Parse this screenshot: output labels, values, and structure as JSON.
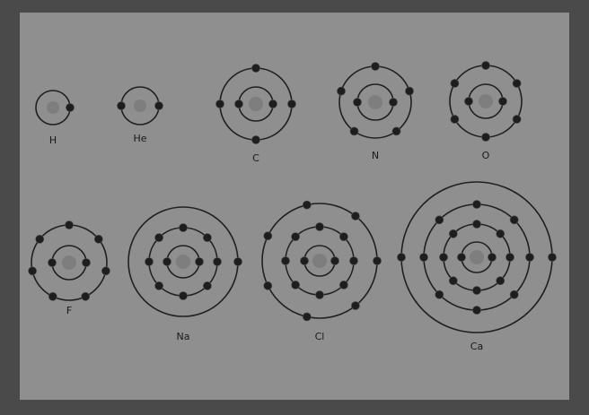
{
  "background_color": "#4a4a4a",
  "panel_color": "#8f8f8f",
  "atoms": [
    {
      "symbol": "H",
      "label": "H",
      "shells": [
        1
      ]
    },
    {
      "symbol": "He",
      "label": "He",
      "shells": [
        2
      ]
    },
    {
      "symbol": "C",
      "label": "C",
      "shells": [
        2,
        4
      ]
    },
    {
      "symbol": "N",
      "label": "N",
      "shells": [
        2,
        5
      ]
    },
    {
      "symbol": "O",
      "label": "O",
      "shells": [
        2,
        6
      ]
    },
    {
      "symbol": "F",
      "label": "F",
      "shells": [
        2,
        7
      ]
    },
    {
      "symbol": "Na",
      "label": "Na",
      "shells": [
        2,
        8,
        1
      ]
    },
    {
      "symbol": "Cl",
      "label": "Cl",
      "shells": [
        2,
        8,
        7
      ]
    },
    {
      "symbol": "Ca",
      "label": "Ca",
      "shells": [
        2,
        8,
        8,
        2
      ]
    }
  ]
}
